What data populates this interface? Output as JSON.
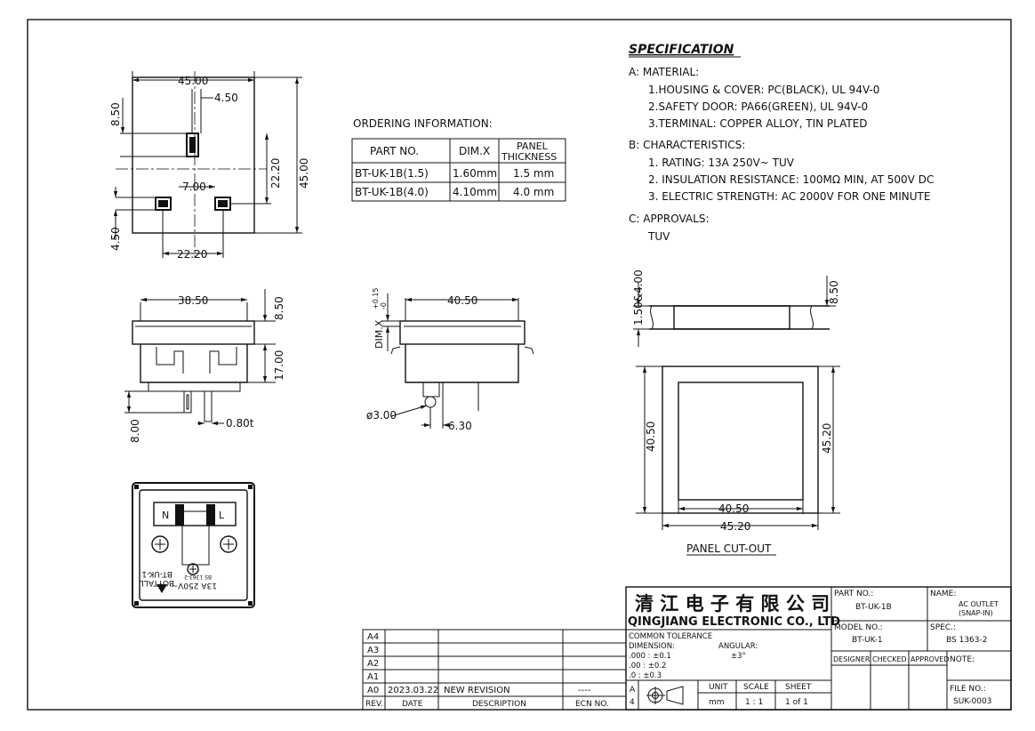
{
  "spec": {
    "heading": "SPECIFICATION",
    "a_title": "A:  MATERIAL:",
    "a1": "1.HOUSING & COVER: PC(BLACK), UL 94V-0",
    "a2": "2.SAFETY DOOR: PA66(GREEN), UL 94V-0",
    "a3": "3.TERMINAL: COPPER ALLOY, TIN PLATED",
    "b_title": "B:  CHARACTERISTICS:",
    "b1": "1. RATING: 13A 250V~ TUV",
    "b2": "2. INSULATION RESISTANCE: 100MΩ MIN, AT 500V DC",
    "b3": "3. ELECTRIC STRENGTH: AC 2000V FOR ONE MINUTE",
    "c_title": "C:  APPROVALS:",
    "c1": "TUV"
  },
  "ordering": {
    "title": "ORDERING INFORMATION:",
    "headers": [
      "PART NO.",
      "DIM.X",
      "PANEL",
      "THICKNESS"
    ],
    "rows": [
      [
        "BT-UK-1B(1.5)",
        "1.60mm",
        "1.5  mm"
      ],
      [
        "BT-UK-1B(4.0)",
        "4.10mm",
        "4.0  mm"
      ]
    ]
  },
  "dims": {
    "front_width": "45.00",
    "front_offset": "4.50",
    "front_top": "8.50",
    "front_mid_h": "22.20",
    "front_height": "45.00",
    "front_pin_gap": "7.00",
    "front_bottom_left": "4.50",
    "front_bottom_w": "22.20",
    "side_width": "38.50",
    "side_flange": "8.50",
    "side_body": "17.00",
    "side_pin": "8.00",
    "side_pin_t": "0.80t",
    "side2_width": "40.50",
    "side2_dim": "DIM.X",
    "side2_tol_top": "+0.15",
    "side2_tol_bot": "-0",
    "side2_hole": "ø3.00",
    "side2_pin_off": "6.30",
    "panel_thk": "1.50&4.00",
    "panel_h": "8.50",
    "cut_inner_h": "40.50",
    "cut_outer_h": "45.20",
    "cut_inner_w": "40.50",
    "cut_outer_w": "45.20",
    "cutout_label": "PANEL  CUT-OUT"
  },
  "face": {
    "n": "N",
    "l": "L",
    "rating": "13A 250V~",
    "std": "BS 1363-2",
    "brand": "BOYTALL",
    "model": "BT-UK-1"
  },
  "title_block": {
    "company_cn": "清 江 电 子 有 限 公 司",
    "company_en": "QINGJIANG ELECTRONIC CO., LTD",
    "part_no_label": "PART NO.:",
    "part_no": "BT-UK-1B",
    "name_label": "NAME:",
    "name1": "AC OUTLET",
    "name2": "(SNAP-IN)",
    "model_label": "MODEL NO.:",
    "model": "BT-UK-1",
    "spec_label": "SPEC.:",
    "spec": "BS 1363-2",
    "tol_title": "COMMON TOLERANCE",
    "tol_dim": "DIMENSION:",
    "tol_ang": "ANGULAR:",
    "tol_ang_v": "±3°",
    "tol1": ".000 : ±0.1",
    "tol2": ".00  : ±0.2",
    "tol3": ".0    : ±0.3",
    "designer": "DESIGNER",
    "checked": "CHECKED",
    "approved": "APPROVED",
    "note": "NOTE:",
    "unit_l": "UNIT",
    "unit_v": "mm",
    "scale_l": "SCALE",
    "scale_v": "1 : 1",
    "sheet_l": "SHEET",
    "sheet_v": "1 of 1",
    "file_l": "FILE NO.:",
    "file_v": "SUK-0003",
    "proj_a": "A",
    "proj_4": "4"
  },
  "revisions": {
    "rows": [
      [
        "A4",
        "",
        "",
        ""
      ],
      [
        "A3",
        "",
        "",
        ""
      ],
      [
        "A2",
        "",
        "",
        ""
      ],
      [
        "A1",
        "",
        "",
        ""
      ],
      [
        "A0",
        "2023.03.22",
        "NEW REVISION",
        "----"
      ]
    ],
    "header": [
      "REV.",
      "DATE",
      "DESCRIPTION",
      "ECN NO."
    ]
  }
}
